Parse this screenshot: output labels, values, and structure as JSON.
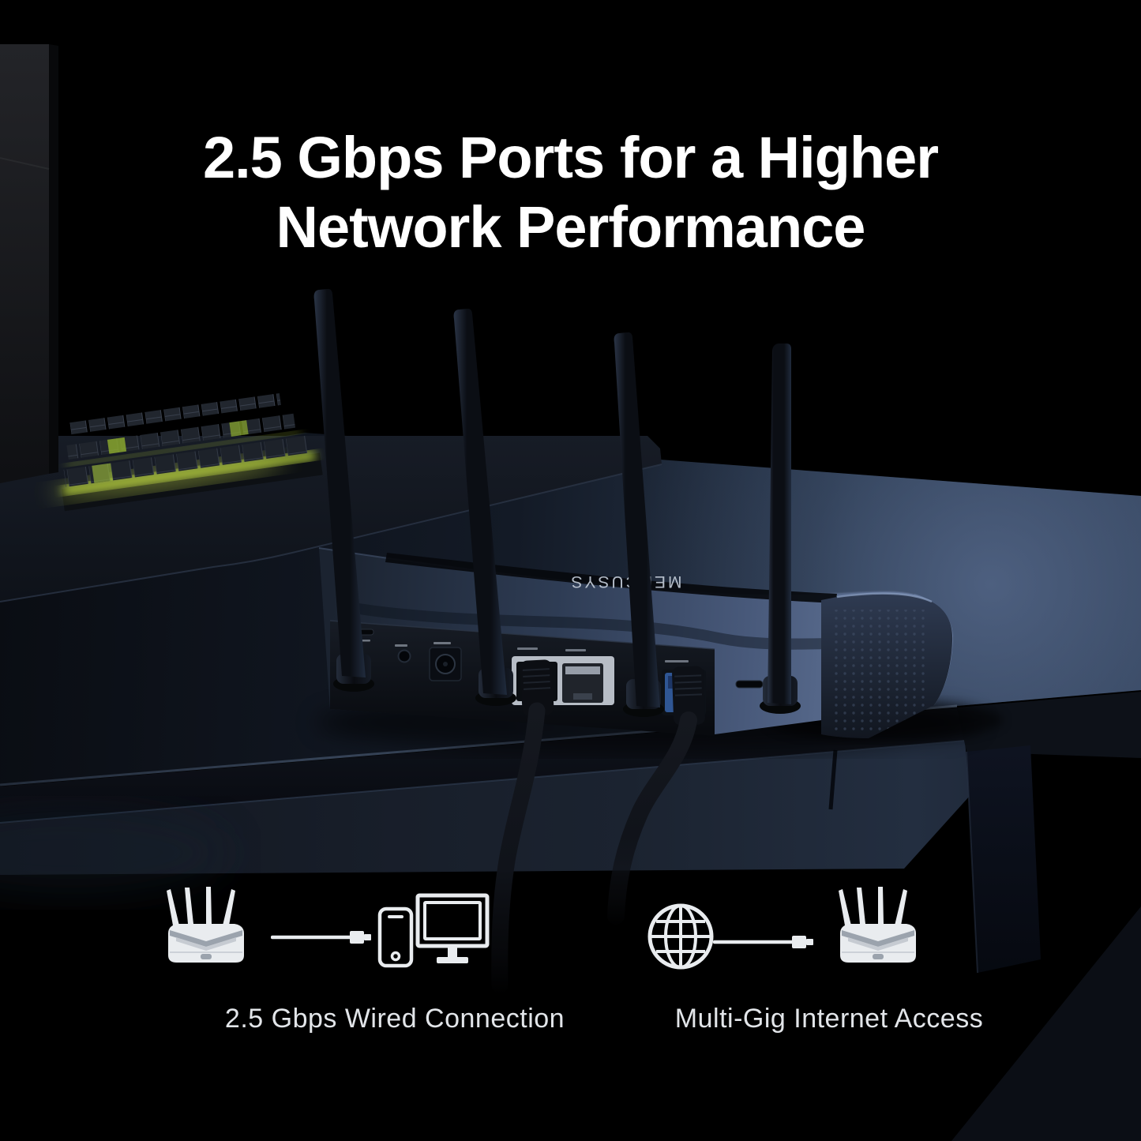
{
  "title": {
    "line1": "2.5 Gbps Ports for a Higher",
    "line2": "Network Performance"
  },
  "router": {
    "brand": "MERCUSYS"
  },
  "features": [
    {
      "id": "wired",
      "label": "2.5 Gbps Wired Connection",
      "icons": [
        "router-icon",
        "ethernet-cable-icon",
        "phone-icon",
        "monitor-icon"
      ]
    },
    {
      "id": "internet",
      "label": "Multi-Gig Internet Access",
      "icons": [
        "globe-icon",
        "ethernet-cable-icon",
        "router-icon"
      ]
    }
  ],
  "colors": {
    "background": "#000000",
    "title_text": "#ffffff",
    "label_text": "#e2e5e9",
    "icon_color": "#e9ecef",
    "keyboard_glow": "#b8d43c",
    "desk_highlight": "#55688a"
  }
}
